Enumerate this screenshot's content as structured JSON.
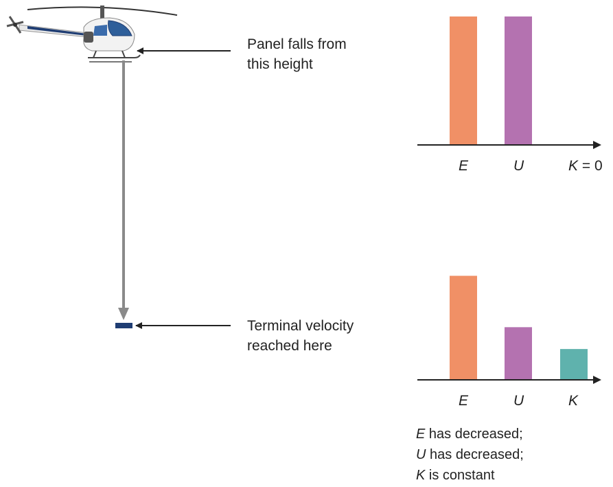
{
  "annotations": {
    "top_line1": "Panel falls from",
    "top_line2": "this height",
    "bottom_line1": "Terminal velocity",
    "bottom_line2": "reached here"
  },
  "colors": {
    "E": "#f09066",
    "U": "#b472b0",
    "K": "#5fb2ad",
    "fall_path": "#8a8a8a",
    "panel": "#1f3d73",
    "axis": "#222222"
  },
  "icons": [
    "helicopter-icon",
    "panel-icon"
  ],
  "chart_data": [
    {
      "type": "bar",
      "categories": [
        "E",
        "U",
        "K"
      ],
      "category_labels": [
        "E",
        "U",
        "K = 0"
      ],
      "values": [
        1.0,
        1.0,
        0
      ],
      "ylim": [
        0,
        1.0
      ]
    },
    {
      "type": "bar",
      "categories": [
        "E",
        "U",
        "K"
      ],
      "category_labels": [
        "E",
        "U",
        "K"
      ],
      "values": [
        0.81,
        0.41,
        0.24
      ],
      "ylim": [
        0,
        1.0
      ]
    }
  ],
  "summary": [
    {
      "symbol": "E",
      "text": " has decreased;"
    },
    {
      "symbol": "U",
      "text": " has decreased;"
    },
    {
      "symbol": "K",
      "text": " is constant"
    }
  ]
}
